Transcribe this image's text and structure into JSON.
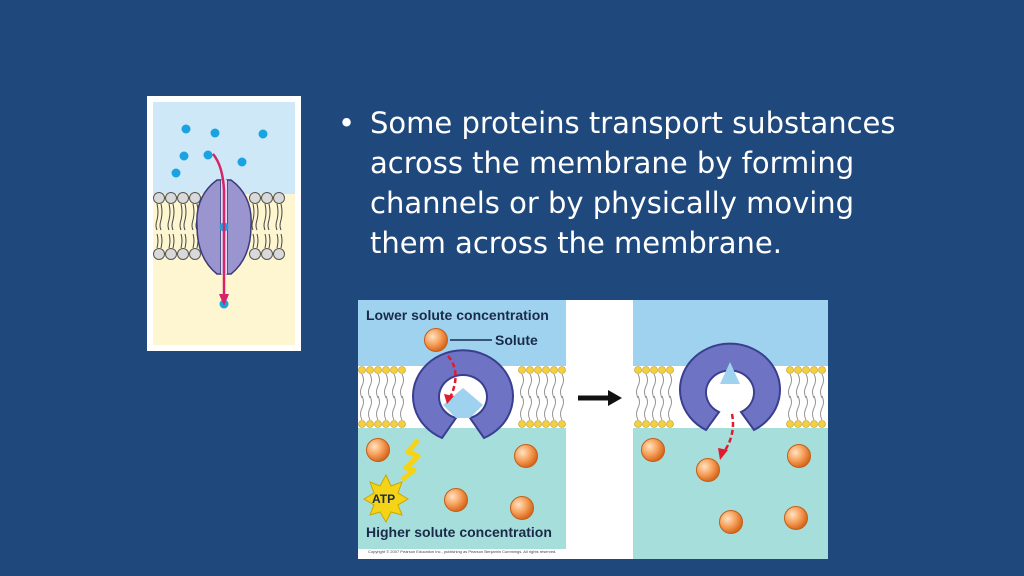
{
  "slide": {
    "background": "#1f497d",
    "bullet": {
      "marker": "•",
      "text": "Some proteins transport substances across the membrane by forming channels or by physically moving them across the membrane."
    }
  },
  "pump_figure": {
    "top_label": "Lower solute concentration",
    "solute_label": "Solute",
    "atp_label": "ATP",
    "bottom_label": "Higher solute concentration",
    "copyright": "Copyright © 2007 Pearson Education Inc., publishing as Pearson Benjamin Cummings. All rights reserved."
  },
  "colors": {
    "extracellular": "#9fd2ee",
    "cytoplasm": "#a6dedb",
    "protein": "#6f73c4",
    "solute": "#f39a4d",
    "arrow": "#e0245e",
    "atp": "#f5d316"
  }
}
